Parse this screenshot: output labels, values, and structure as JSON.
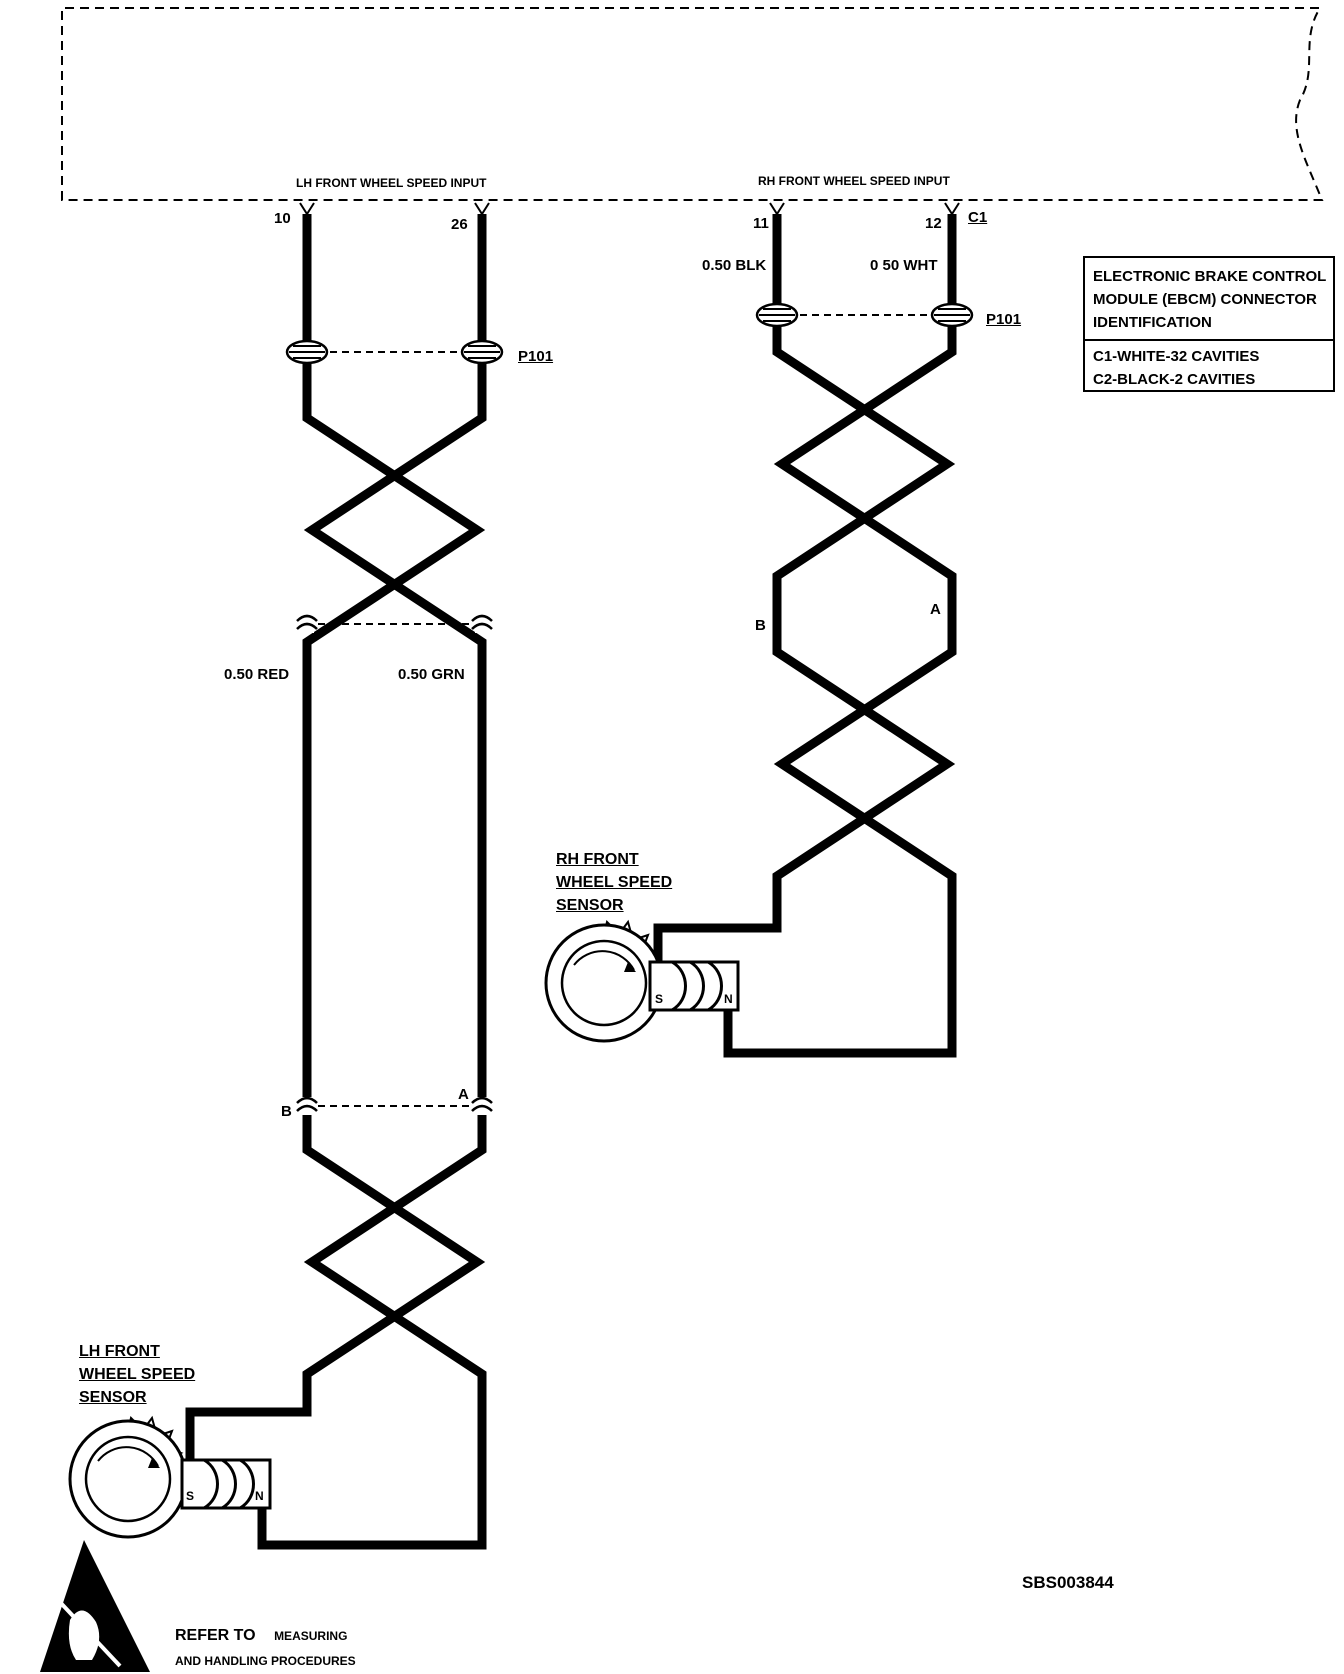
{
  "module": {
    "lh_input_label": "LH FRONT WHEEL SPEED INPUT",
    "rh_input_label": "RH FRONT WHEEL SPEED INPUT",
    "pins": {
      "lh_a": "10",
      "lh_b": "26",
      "rh_a": "11",
      "rh_b": "12"
    },
    "connector_ref": "C1"
  },
  "wires": {
    "lh_left": "0.50 RED",
    "lh_right": "0.50 GRN",
    "rh_left": "0.50 BLK",
    "rh_right": "0 50 WHT"
  },
  "inline_connector": "P101",
  "terminals": {
    "a": "A",
    "b": "B"
  },
  "sensor_poles": {
    "s": "S",
    "n": "N"
  },
  "rh_sensor": {
    "line1": "RH FRONT",
    "line2": "WHEEL SPEED",
    "line3": "SENSOR"
  },
  "lh_sensor": {
    "line1": "LH FRONT",
    "line2": "WHEEL SPEED",
    "line3": "SENSOR"
  },
  "id_box": {
    "title": "ELECTRONIC BRAKE CONTROL MODULE (EBCM) CONNECTOR IDENTIFICATION",
    "row1": "C1-WHITE-32 CAVITIES",
    "row2": "C2-BLACK-2 CAVITIES"
  },
  "figure_code": "SBS003844",
  "refer": {
    "prefix": "REFER TO",
    "line1": "MEASURING",
    "line2": "AND HANDLING PROCEDURES"
  },
  "icons": {
    "esd": "esd-warning-icon"
  }
}
